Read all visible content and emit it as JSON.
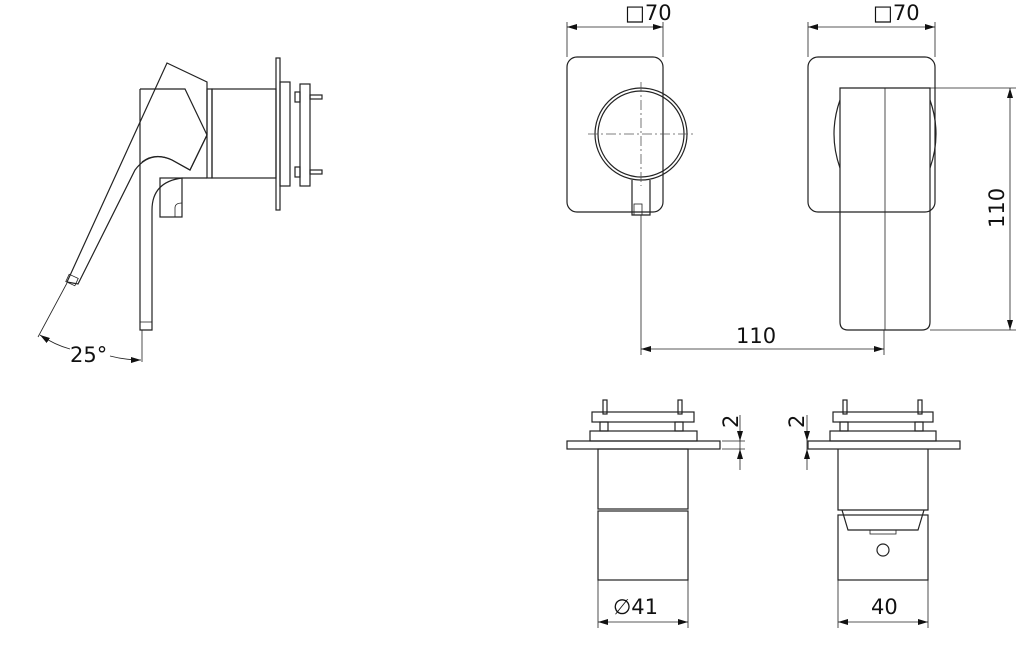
{
  "dimensions": {
    "angle": "25°",
    "front_width": "□70",
    "side_width": "□70",
    "height": "110",
    "projection": "110",
    "flange_left": "2",
    "flange_right": "2",
    "body_diameter": "∅41",
    "body_width": "40"
  }
}
